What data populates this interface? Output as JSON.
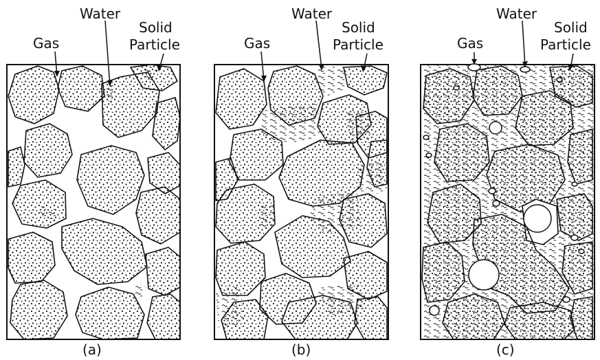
{
  "panels": [
    {
      "id": "a",
      "caption": "(a)",
      "labels": {
        "gas": "Gas",
        "water": "Water",
        "solid_1": "Solid",
        "solid_2": "Particle"
      }
    },
    {
      "id": "b",
      "caption": "(b)",
      "labels": {
        "gas": "Gas",
        "water": "Water",
        "solid_1": "Solid",
        "solid_2": "Particle"
      }
    },
    {
      "id": "c",
      "caption": "(c)",
      "labels": {
        "gas": "Gas",
        "water": "Water",
        "solid_1": "Solid",
        "solid_2": "Particle"
      }
    }
  ],
  "colors": {
    "ink": "#111111",
    "paper": "#ffffff"
  }
}
